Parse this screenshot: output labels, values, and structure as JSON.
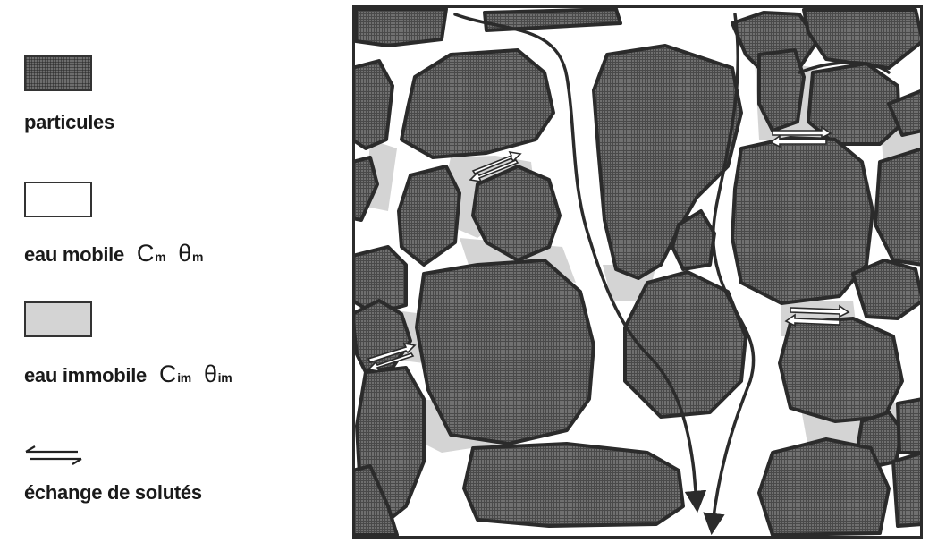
{
  "legend": {
    "particules": {
      "label": "particules",
      "icon": "particle-swatch"
    },
    "mobile_water": {
      "label": "eau mobile",
      "concentration_symbol": "C",
      "concentration_subscript": "m",
      "water_content_symbol": "θ",
      "water_content_subscript": "m"
    },
    "immobile_water": {
      "label": "eau immobile",
      "concentration_symbol": "C",
      "concentration_subscript": "im",
      "water_content_symbol": "θ",
      "water_content_subscript": "im"
    },
    "exchange": {
      "label": "échange de solutés",
      "icon": "double-arrow-icon"
    }
  },
  "colors": {
    "particle_fill": "#6e6e6e",
    "particle_outline": "#2b2b2b",
    "immobile_water": "#d4d4d4",
    "mobile_water": "#ffffff",
    "flow_arrow": "#2b2b2b"
  }
}
